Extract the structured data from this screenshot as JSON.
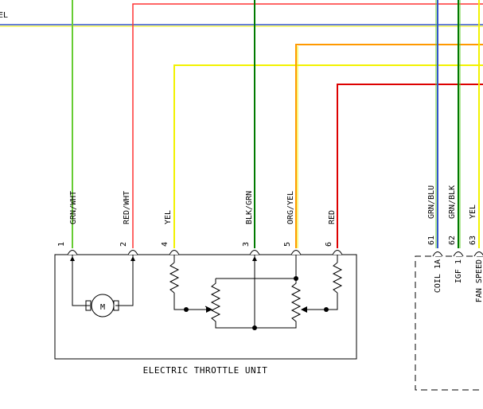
{
  "diagram": {
    "top_left_label": "EL",
    "unit_title": "ELECTRIC THROTTLE UNIT",
    "motor_symbol": "M",
    "wire_colors": {
      "green": "#66cc33",
      "dark_green": "#007a00",
      "red": "#ff3333",
      "red_dark": "#dd0000",
      "yellow": "#f2f200",
      "orange": "#ff9900",
      "blue": "#3355cc"
    },
    "throttle_pins": [
      {
        "pin": "1",
        "wire": "GRN/WHT"
      },
      {
        "pin": "2",
        "wire": "RED/WHT"
      },
      {
        "pin": "4",
        "wire": "YEL"
      },
      {
        "pin": "3",
        "wire": "BLK/GRN"
      },
      {
        "pin": "5",
        "wire": "ORG/YEL"
      },
      {
        "pin": "6",
        "wire": "RED"
      }
    ],
    "ecm_pins": [
      {
        "pin": "61",
        "wire": "GRN/BLU",
        "signal": "COIL 1A"
      },
      {
        "pin": "62",
        "wire": "GRN/BLK",
        "signal": "IGF 1"
      },
      {
        "pin": "63",
        "wire": "YEL",
        "signal": "FAN SPEED"
      }
    ]
  }
}
